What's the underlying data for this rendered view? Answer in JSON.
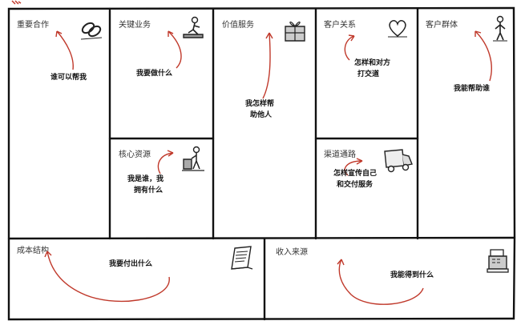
{
  "blocks": {
    "key_partners": {
      "title": "重要合作",
      "note": "谁可以帮我",
      "icon": "chain-links-icon"
    },
    "key_activities": {
      "title": "关键业务",
      "note": "我要做什么",
      "icon": "worker-at-desk-icon"
    },
    "key_resources": {
      "title": "核心资源",
      "note_line1": "我是谁，我",
      "note_line2": "拥有什么",
      "icon": "person-with-box-icon"
    },
    "value_propositions": {
      "title": "价值服务",
      "note_line1": "我怎样帮",
      "note_line2": "助他人",
      "icon": "gift-box-icon"
    },
    "customer_relationships": {
      "title": "客户关系",
      "note_line1": "怎样和对方",
      "note_line2": "打交道",
      "icon": "heart-icon"
    },
    "channels": {
      "title": "渠道通路",
      "note_line1": "怎样宣传自己",
      "note_line2": "和交付服务",
      "icon": "delivery-truck-icon"
    },
    "customer_segments": {
      "title": "客户群体",
      "note": "我能帮助谁",
      "icon": "standing-person-icon"
    },
    "cost_structure": {
      "title": "成本结构",
      "note": "我要付出什么",
      "icon": "receipt-document-icon"
    },
    "revenue_streams": {
      "title": "收入来源",
      "note": "我能得到什么",
      "icon": "cash-register-icon"
    }
  },
  "colors": {
    "arrow": "#c0392b",
    "border": "#111111",
    "text": "#333333"
  }
}
